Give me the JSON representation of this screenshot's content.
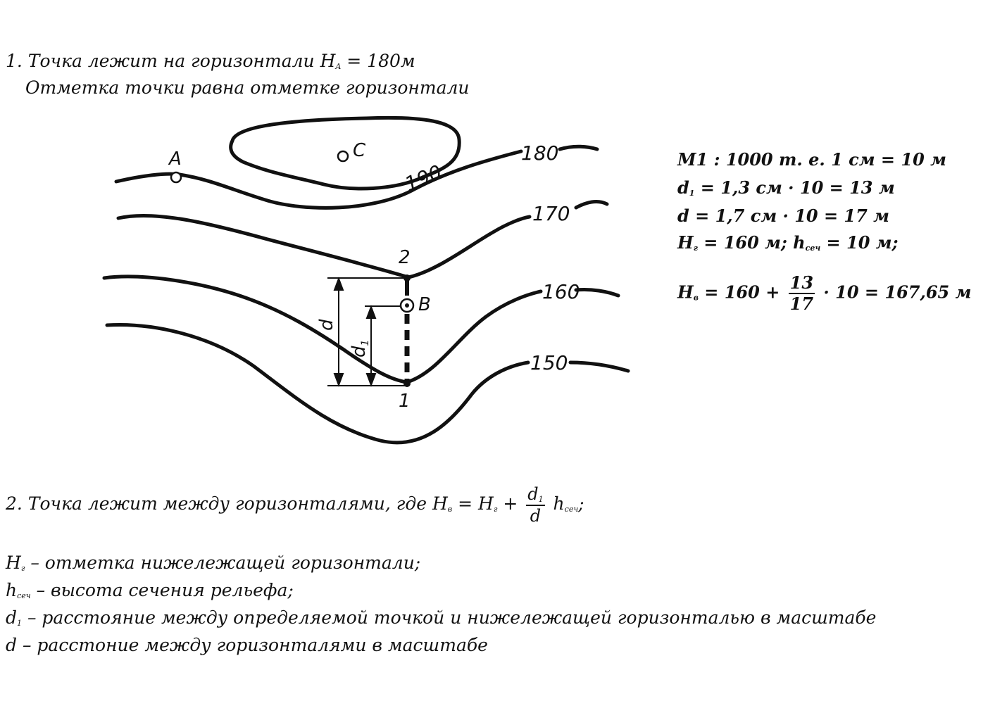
{
  "section1": {
    "line1_pre": "1. Точка лежит на горизонтали H",
    "line1_sub": "A",
    "line1_post": " = 180м",
    "line2": "Отметка точки равна отметке горизонтали"
  },
  "diagram": {
    "contour_labels": [
      "190",
      "180",
      "170",
      "160",
      "150"
    ],
    "point_a": "A",
    "point_b": "B",
    "point_c": "C",
    "point_1": "1",
    "point_2": "2",
    "dim_d": "d",
    "dim_d1_base": "d",
    "dim_d1_sub": "1"
  },
  "calc": {
    "scale": "M1 : 1000 т. е. 1 см = 10 м",
    "d1_var": "d",
    "d1_sub": "1",
    "d1_rest": " = 1,3 см · 10 = 13 м",
    "d_line": "d = 1,7 см · 10 = 17 м",
    "hr_var": "H",
    "hr_sub": "г",
    "hr_mid": " = 160 м; h",
    "hsech_sub": "сеч",
    "hsech_rest": " = 10 м;",
    "hb_var": "H",
    "hb_sub": "в",
    "hb_pre": " = 160 + ",
    "frac_num": "13",
    "frac_den": "17",
    "hb_post": " · 10 = 167,65 м"
  },
  "section2": {
    "pre": "2. Точка лежит между горизонталями, где H",
    "sub_b": "в",
    "mid": " = H",
    "sub_g": "г",
    "plus": " + ",
    "frac_num_base": "d",
    "frac_num_sub": "1",
    "frac_den": "d",
    "h_var": " h",
    "h_sub": "сеч",
    "end": ";"
  },
  "legend": [
    {
      "var": "H",
      "sub": "г",
      "text": " – отметка нижележащей горизонтали;"
    },
    {
      "var": "h",
      "sub": "сеч",
      "text": " – высота сечения рельефа;"
    },
    {
      "var": "d",
      "sub": "1",
      "text": " – расстояние между определяемой точкой и нижележащей горизонталью в масштабе"
    },
    {
      "var": "d",
      "sub": "",
      "text": " – расстоние между горизонталями в масштабе"
    }
  ]
}
